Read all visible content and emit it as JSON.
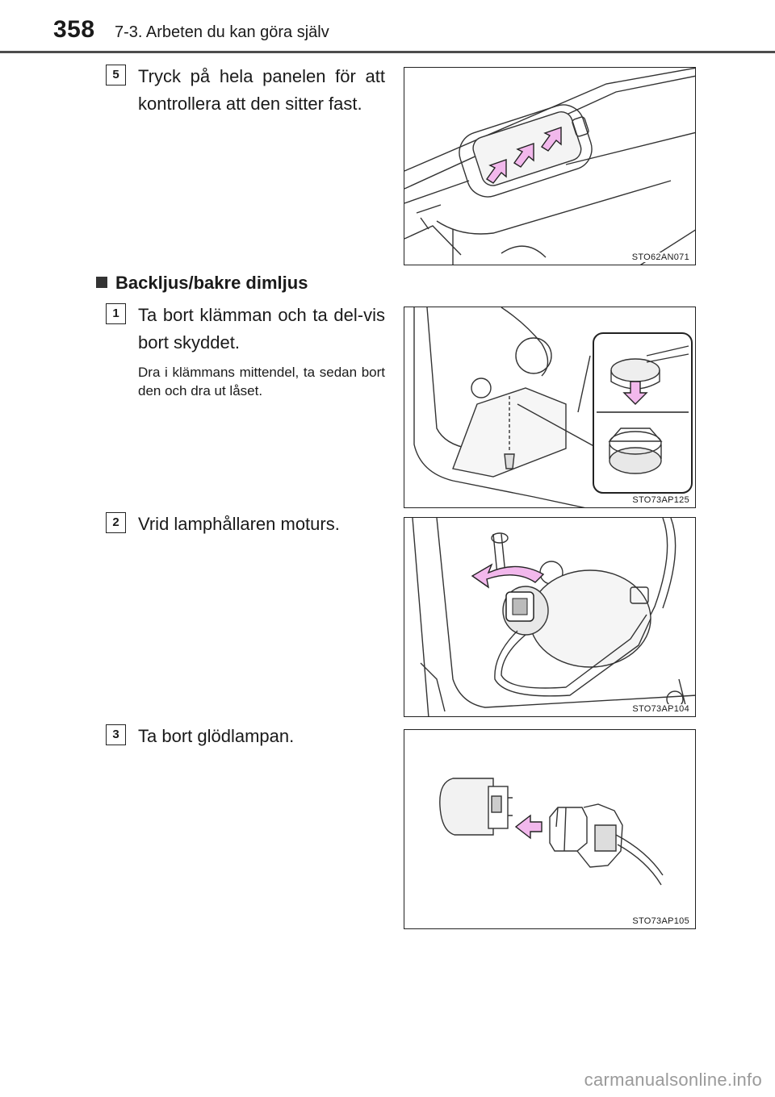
{
  "header": {
    "page_number": "358",
    "chapter": "7-3. Arbeten du kan göra själv"
  },
  "step5": {
    "badge": "5",
    "text": "Tryck på hela panelen för att kontrollera att den sitter fast.",
    "figure_code": "STO62AN071"
  },
  "section": {
    "heading": "Backljus/bakre dimljus"
  },
  "steps": [
    {
      "badge": "1",
      "text": "Ta bort klämman och ta del-vis bort skyddet.",
      "note": "Dra i klämmans mittendel, ta sedan bort den och dra ut låset.",
      "figure_code": "STO73AP125"
    },
    {
      "badge": "2",
      "text": "Vrid lamphållaren moturs.",
      "figure_code": "STO73AP104"
    },
    {
      "badge": "3",
      "text": "Ta bort glödlampan.",
      "figure_code": "STO73AP105"
    }
  ],
  "footer": {
    "watermark": "carmanualsonline.info"
  },
  "colors": {
    "arrow_fill": "#f2b8ec",
    "arrow_stroke": "#222222",
    "line_art": "#333333"
  }
}
